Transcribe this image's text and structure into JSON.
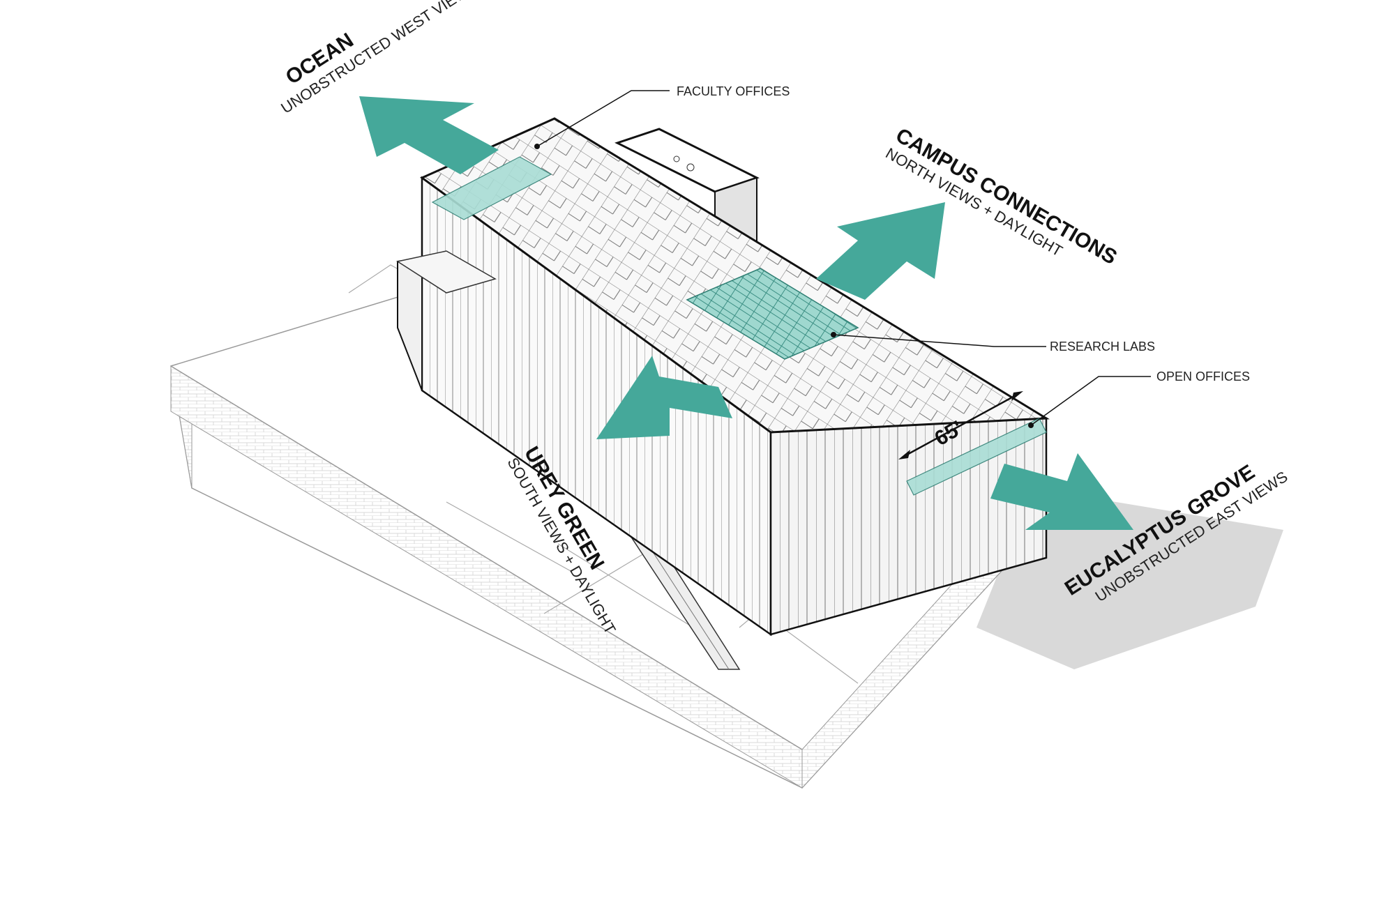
{
  "views": {
    "west": {
      "title": "OCEAN",
      "subtitle": "UNOBSTRUCTED WEST VIEWS"
    },
    "north": {
      "title": "CAMPUS CONNECTIONS",
      "subtitle": "NORTH VIEWS + DAYLIGHT"
    },
    "south": {
      "title": "UREY GREEN",
      "subtitle": "SOUTH VIEWS + DAYLIGHT"
    },
    "east": {
      "title": "EUCALYPTUS GROVE",
      "subtitle": "UNOBSTRUCTED EAST VIEWS"
    }
  },
  "callouts": {
    "faculty_offices": "FACULTY OFFICES",
    "research_labs": "RESEARCH LABS",
    "open_offices": "OPEN OFFICES"
  },
  "dimension": {
    "width_label": "65'"
  },
  "colors": {
    "accent": "#45a89a",
    "accent_light": "#a9ddd5",
    "line": "#222222",
    "ground_shadow": "#d6d6d6"
  }
}
